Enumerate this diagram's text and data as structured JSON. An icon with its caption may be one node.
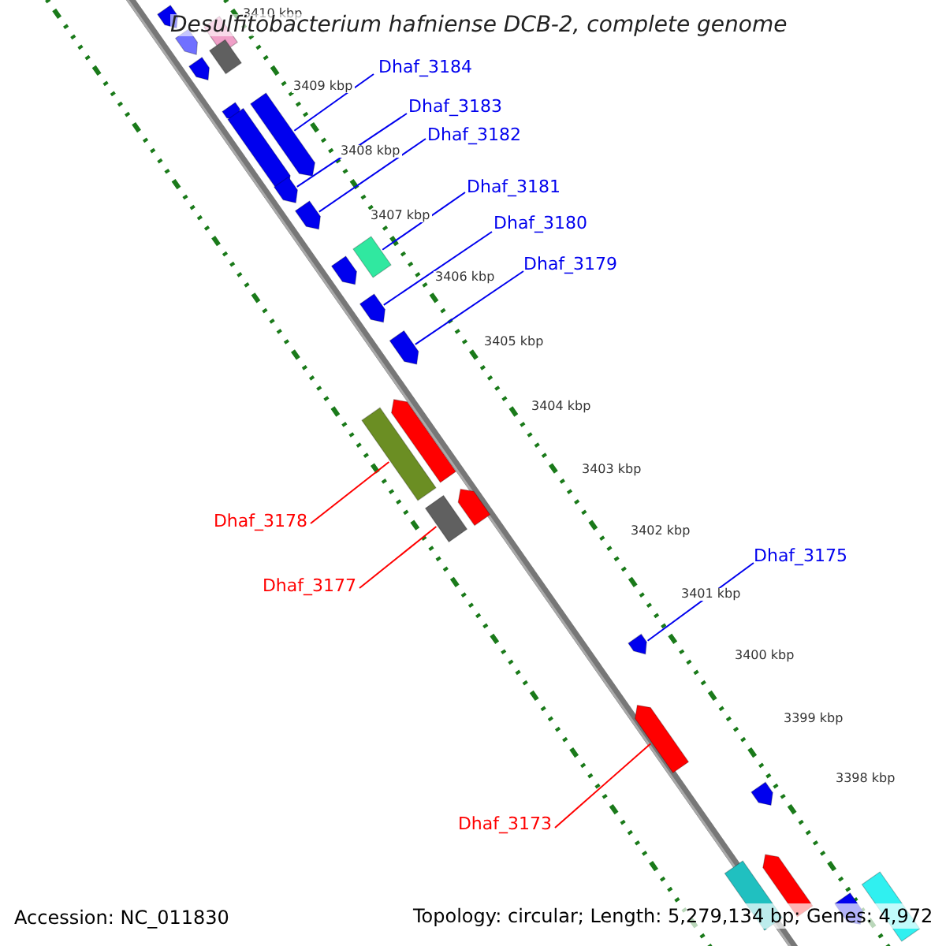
{
  "diagram": {
    "title": "Desulfitobacterium hafniense DCB-2, complete genome",
    "nodes": [
      {
        "text": [
          "Dhaf_3184"
        ]
      },
      {
        "text": [
          "Dhaf_3183"
        ]
      },
      {
        "text": [
          "Dhaf_3182"
        ]
      },
      {
        "text": [
          "Dhaf_3181"
        ]
      },
      {
        "text": [
          "Dhaf_3180"
        ]
      },
      {
        "text": [
          "Dhaf_3179"
        ]
      },
      {
        "text": [
          "Dhaf_3178"
        ]
      },
      {
        "text": [
          "Dhaf_3177"
        ]
      },
      {
        "text": [
          "Dhaf_3175"
        ]
      },
      {
        "text": [
          "Dhaf_3173"
        ]
      },
      {
        "text": [],
        "shape": "pentagon"
      },
      {
        "text": [],
        "shape": "bar"
      },
      {
        "text": [],
        "shape": "pentagon"
      },
      {
        "text": [],
        "shape": "bar"
      },
      {
        "text": [],
        "shape": "pentagon"
      },
      {
        "text": [],
        "shape": "pentagon"
      },
      {
        "text": [],
        "shape": "pentagon"
      },
      {
        "text": [],
        "shape": "pentagon"
      },
      {
        "text": [],
        "shape": "pentagon"
      },
      {
        "text": [],
        "shape": "pentagon"
      },
      {
        "text": [],
        "shape": "bar"
      },
      {
        "text": [],
        "shape": "pentagon"
      },
      {
        "text": [],
        "shape": "pentagon"
      },
      {
        "text": [],
        "shape": "pentagon"
      },
      {
        "text": [],
        "shape": "pentagon"
      },
      {
        "text": [],
        "shape": "bar"
      },
      {
        "text": [],
        "shape": "pentagon"
      },
      {
        "text": [],
        "shape": "bar"
      },
      {
        "text": [],
        "shape": "pentagon"
      },
      {
        "text": [],
        "shape": "pentagon"
      },
      {
        "text": [],
        "shape": "pentagon"
      },
      {
        "text": [],
        "shape": "pentagon"
      },
      {
        "text": [],
        "shape": "bar"
      },
      {
        "text": [],
        "shape": "bar"
      },
      {
        "text": [],
        "shape": "pentagon"
      }
    ],
    "edges": [
      {
        "from": 0,
        "to": 16,
        "arrow": "none"
      },
      {
        "from": 1,
        "to": 18,
        "arrow": "none"
      },
      {
        "from": 2,
        "to": 19,
        "arrow": "none"
      },
      {
        "from": 3,
        "to": 20,
        "arrow": "none"
      },
      {
        "from": 4,
        "to": 22,
        "arrow": "none"
      },
      {
        "from": 5,
        "to": 23,
        "arrow": "none"
      },
      {
        "from": 6,
        "to": 25,
        "arrow": "none",
        "color": "#ff0000"
      },
      {
        "from": 7,
        "to": 27,
        "arrow": "none",
        "color": "#ff0000"
      },
      {
        "from": 8,
        "to": 28,
        "arrow": "none"
      },
      {
        "from": 9,
        "to": 29,
        "arrow": "none",
        "color": "#ff0000"
      }
    ],
    "labels": [
      "3410 kbp",
      "3409 kbp",
      "3408 kbp",
      "3407 kbp",
      "3406 kbp",
      "3405 kbp",
      "3404 kbp",
      "3403 kbp",
      "3402 kbp",
      "3401 kbp",
      "3400 kbp",
      "3399 kbp",
      "3398 kbp",
      "Accession: NC_011830",
      "Topology: circular; Length: 5,279,134 bp; Genes: 4,972"
    ]
  }
}
